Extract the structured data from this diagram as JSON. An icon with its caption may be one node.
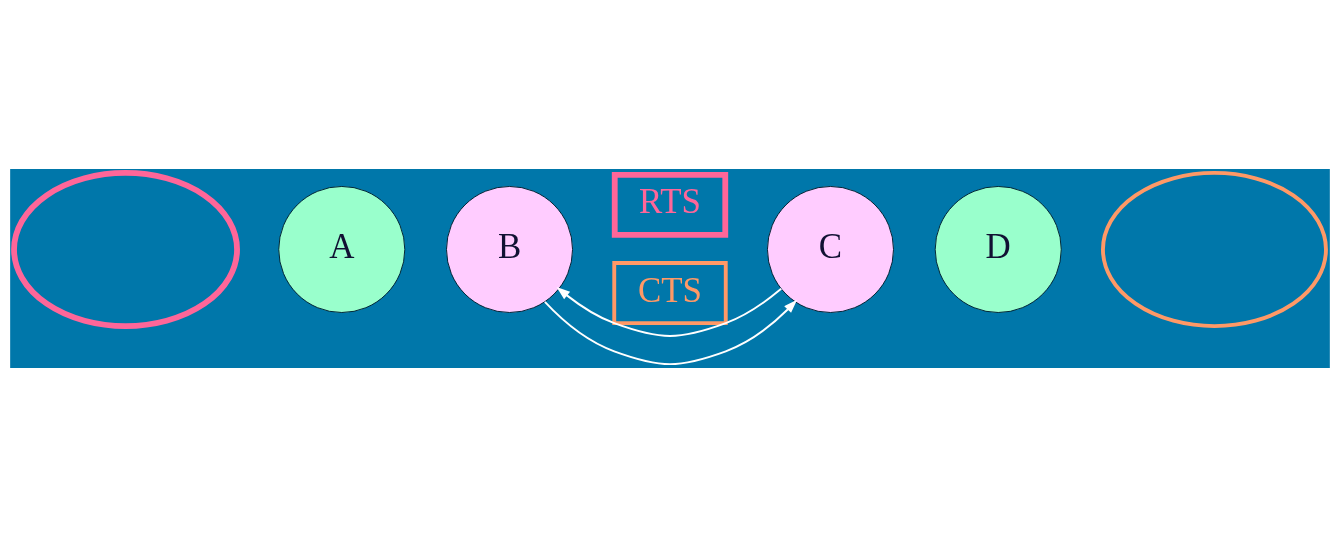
{
  "diagram": {
    "nodes": [
      {
        "text": [],
        "shape": "ellipse"
      },
      {
        "text": [
          "A"
        ]
      },
      {
        "text": [],
        "shape": "ellipse"
      },
      {
        "text": [
          "B"
        ]
      },
      {
        "text": [
          "RTS"
        ]
      },
      {
        "text": [
          "CTS"
        ]
      },
      {
        "text": [
          "C"
        ]
      },
      {
        "text": [
          "D"
        ]
      }
    ],
    "edges": [
      {
        "from": 3,
        "to": 6,
        "arrow": "to"
      },
      {
        "from": 6,
        "to": 3,
        "arrow": "to"
      }
    ]
  }
}
